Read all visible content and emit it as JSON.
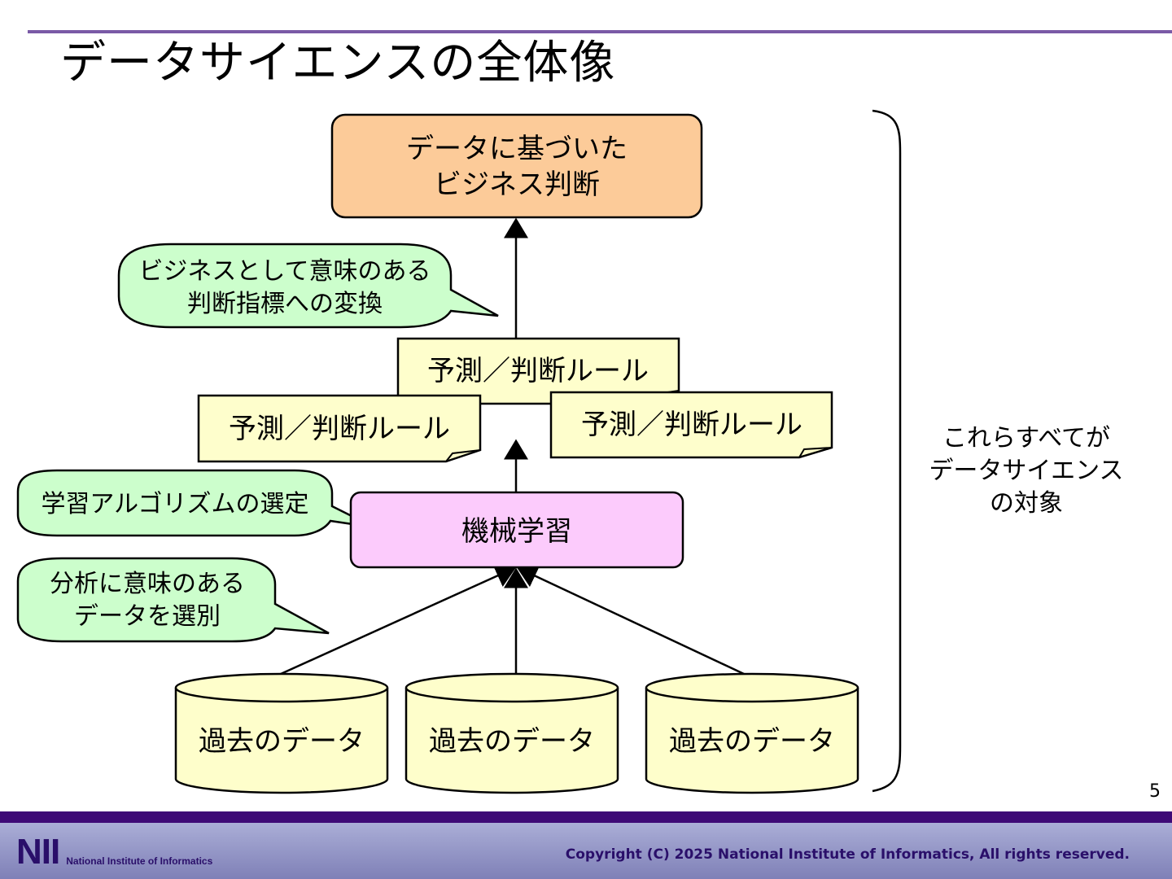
{
  "title": "データサイエンスの全体像",
  "decision": {
    "lines": [
      "データに基づいた",
      "ビジネス判断"
    ]
  },
  "callout_conversion": {
    "lines": [
      "ビジネスとして意味のある",
      "判断指標への変換"
    ]
  },
  "rule_label": "予測／判断ルール",
  "ml_label": "機械学習",
  "callout_algorithm": "学習アルゴリズムの選定",
  "callout_selection": {
    "lines": [
      "分析に意味のある",
      "データを選別"
    ]
  },
  "data_label": "過去のデータ",
  "scope_note": {
    "lines": [
      "これらすべてが",
      "データサイエンス",
      "の対象"
    ]
  },
  "page_number": "5",
  "footer": {
    "logo_mark": "NII",
    "logo_text": "National Institute of Informatics",
    "copyright": "Copyright (C) 2025 National Institute of Informatics, All rights reserved."
  },
  "colors": {
    "decision_fill": "#fccb99",
    "ml_fill": "#fccbfc",
    "rule_fill": "#fefecc",
    "callout_fill": "#ccfecc",
    "data_fill": "#fefecb",
    "title_rule": "#7a5aa6",
    "footer_bar": "#3e0a76"
  }
}
